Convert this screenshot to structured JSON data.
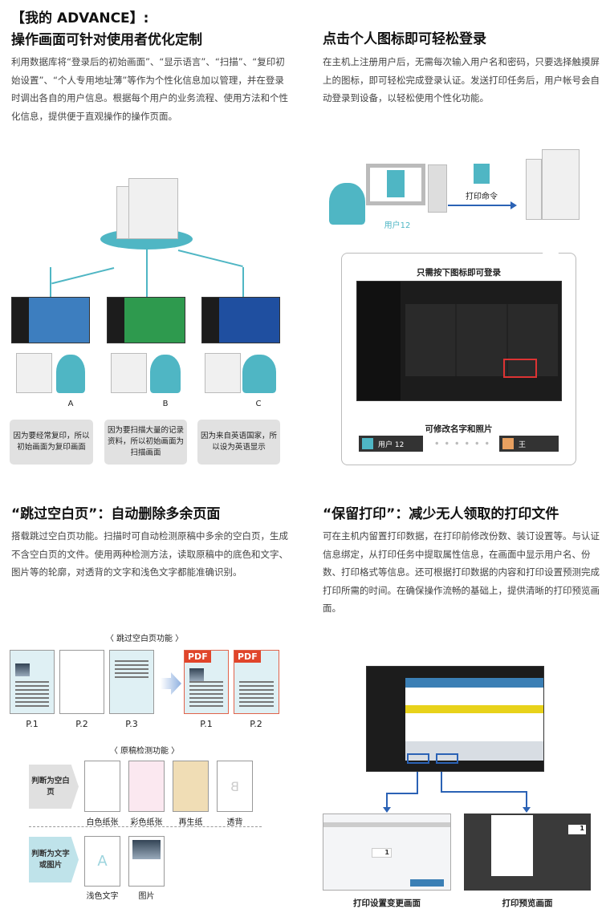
{
  "s1": {
    "title1": "【我的 ADVANCE】:",
    "title2": "操作画面可针对使用者优化定制",
    "body": "利用数据库将“登录后的初始画面”、“显示语言”、“扫描”、“复印初始设置”、“个人专用地址薄”等作为个性化信息加以管理，并在登录时调出各自的用户信息。根据每个用户的业务流程、使用方法和个性化信息，提供便于直观操作的操作页面。",
    "users": [
      {
        "label": "A",
        "note": "因为要经常复印，所以初始画面为复印画面"
      },
      {
        "label": "B",
        "note": "因为要扫描大量的记录资料，所以初始画面为扫描画面"
      },
      {
        "label": "C",
        "note": "因为来自英语国家，所以设为英语显示"
      }
    ]
  },
  "s2": {
    "title": "点击个人图标即可轻松登录",
    "body": "在主机上注册用户后，无需每次输入用户名和密码，只要选择触摸屏上的图标，即可轻松完成登录认证。发送打印任务后，用户帐号会自动登录到设备，以轻松使用个性化功能。",
    "user_label": "用户12",
    "print_cmd": "打印命令",
    "callout_title": "只需按下图标即可登录",
    "edit_caption": "可修改名字和照片",
    "before_name": "用户 12",
    "after_name": "王"
  },
  "s3": {
    "title": "“跳过空白页”：自动删除多余页面",
    "body": "搭载跳过空白页功能。扫描时可自动检测原稿中多余的空白页，生成不含空白页的文件。使用两种检测方法，读取原稿中的底色和文字、图片等的轮廓，对透背的文字和浅色文字都能准确识别。",
    "skip_title": "〈 跳过空白页功能 〉",
    "input_pages": [
      "P.1",
      "P.2",
      "P.3"
    ],
    "output_pages": [
      "P.1",
      "P.2"
    ],
    "pdf": "PDF",
    "detect_title": "〈 原稿检测功能 〉",
    "blank_label": "判断为空白页",
    "blank_items": [
      "白色纸张",
      "彩色纸张",
      "再生纸",
      "透背"
    ],
    "show_through_letter": "B",
    "content_label": "判断为文字或图片",
    "content_items": [
      "浅色文字",
      "图片"
    ],
    "light_letter": "A"
  },
  "s4": {
    "title": "“保留打印”：减少无人领取的打印文件",
    "body": "可在主机内留置打印数据，在打印前修改份数、装订设置等。与认证信息绑定，从打印任务中提取属性信息，在画面中显示用户名、份数、打印格式等信息。还可根据打印数据的内容和打印设置预测完成打印所需的时间。在确保操作流畅的基础上，提供清晰的打印预览画面。",
    "settings_caption": "打印设置变更画面",
    "preview_caption": "打印预览画面",
    "copies": "1"
  },
  "colors": {
    "accent": "#4fb6c4",
    "arrow": "#2b62b5",
    "pdf": "#e0452b",
    "highlight": "#e8d21a"
  }
}
